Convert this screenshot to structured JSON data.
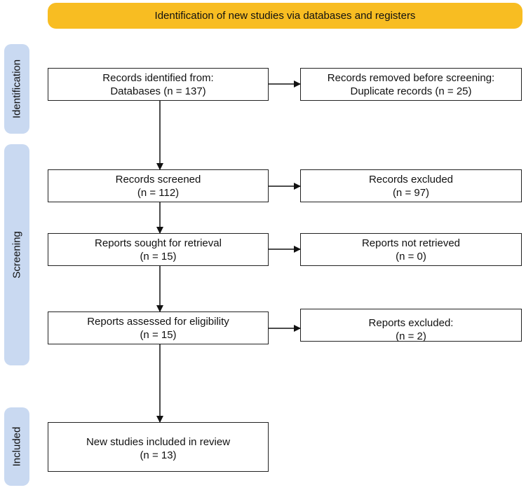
{
  "banner": {
    "title": "Identification of new studies via databases and registers"
  },
  "phases": {
    "identification": "Identification",
    "screening": "Screening",
    "included": "Included"
  },
  "boxes": {
    "records_identified": {
      "line1": "Records identified from:",
      "line2": "Databases (n = 137)"
    },
    "records_removed": {
      "line1": "Records removed before screening:",
      "line2": "Duplicate records (n = 25)"
    },
    "records_screened": {
      "line1": "Records screened",
      "line2": "(n = 112)"
    },
    "records_excluded": {
      "line1": "Records excluded",
      "line2": "(n = 97)"
    },
    "reports_sought": {
      "line1": "Reports sought for retrieval",
      "line2": "(n = 15)"
    },
    "reports_not_retrieved": {
      "line1": "Reports not retrieved",
      "line2": "(n = 0)"
    },
    "reports_assessed": {
      "line1": "Reports assessed for eligibility",
      "line2": "(n = 15)"
    },
    "reports_excluded": {
      "line1": "Reports excluded:",
      "line2": "(n = 2)"
    },
    "studies_included": {
      "line1": "New studies included in review",
      "line2": "(n = 13)"
    }
  },
  "colors": {
    "banner": "#f8bd22",
    "phase": "#c9d9f1",
    "border": "#222222"
  }
}
